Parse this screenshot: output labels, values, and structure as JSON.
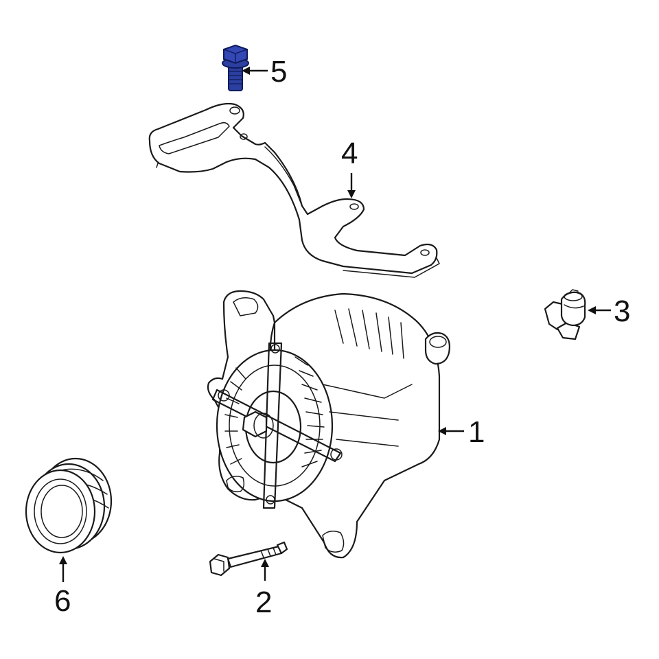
{
  "highlight_color": "#2b3fa0",
  "line_color": "#1a1a1a",
  "parts": [
    {
      "id": "alternator",
      "callout": "1"
    },
    {
      "id": "alternator-bolt",
      "callout": "2"
    },
    {
      "id": "connector-bracket",
      "callout": "3"
    },
    {
      "id": "mounting-bracket",
      "callout": "4"
    },
    {
      "id": "bracket-bolt",
      "callout": "5",
      "highlighted": true
    },
    {
      "id": "pulley",
      "callout": "6"
    }
  ]
}
